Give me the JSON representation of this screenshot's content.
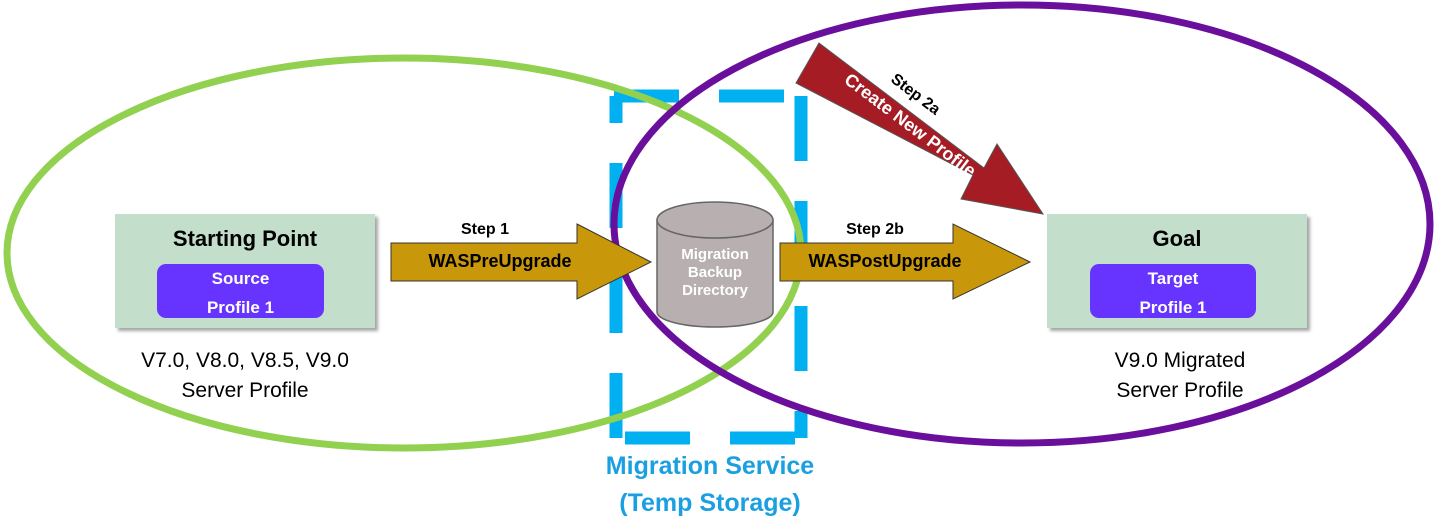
{
  "colors": {
    "source_ellipse": "#92d050",
    "target_ellipse": "#6a0f9c",
    "service_dashes": "#00b0f0",
    "service_text": "#1aa0e0",
    "box_fill": "#c3dfcc",
    "pill_fill": "#6633ff",
    "gold_arrow": "#c8980a",
    "red_arrow": "#a51c24",
    "cylinder": "#b8b0b0"
  },
  "source": {
    "title": "Starting Point",
    "profile_line1": "Source",
    "profile_line2": "Profile 1",
    "caption_line1": "V7.0, V8.0, V8.5, V9.0",
    "caption_line2": "Server Profile"
  },
  "goal": {
    "title": "Goal",
    "profile_line1": "Target",
    "profile_line2": "Profile 1",
    "caption_line1": "V9.0 Migrated",
    "caption_line2": "Server Profile"
  },
  "step1": {
    "label": "Step 1",
    "command": "WASPreUpgrade"
  },
  "step2b": {
    "label": "Step 2b",
    "command": "WASPostUpgrade"
  },
  "step2a": {
    "label": "Step 2a",
    "action": "Create New Profile"
  },
  "backup": {
    "line1": "Migration",
    "line2": "Backup",
    "line3": "Directory"
  },
  "service": {
    "line1": "Migration Service",
    "line2": "(Temp Storage)"
  }
}
